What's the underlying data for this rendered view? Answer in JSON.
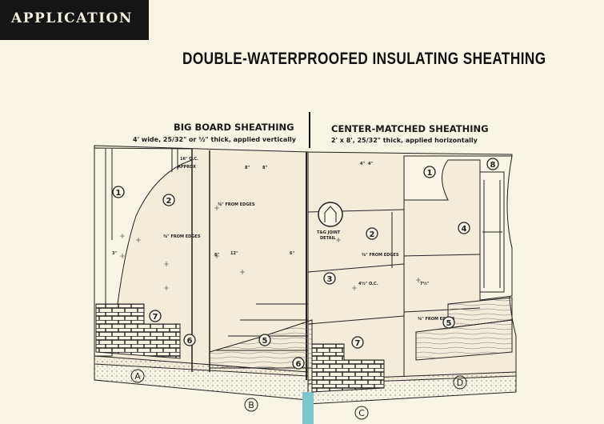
{
  "header": {
    "section_label": "APPLICATION"
  },
  "page_title": "DOUBLE-WATERPROOFED INSULATING SHEATHING",
  "left_panel": {
    "heading": "BIG BOARD SHEATHING",
    "description": "4' wide, 25/32\" or ½\" thick, applied vertically"
  },
  "right_panel": {
    "heading": "CENTER-MATCHED SHEATHING",
    "description": "2' x 8', 25/32\" thick, applied horizontally"
  },
  "annotations": {
    "spacing_16oc": "16\" O.C.",
    "approx": "APPROX",
    "dim_8a": "8\"",
    "dim_8b": "8\"",
    "from_edges_1": "⅜\" FROM EDGES",
    "from_edges_2": "⅜\" FROM EDGES",
    "from_edges_3": "⅜\" FROM EDGES",
    "from_edges_4": "⅜\" FROM EDGES",
    "dim_12": "12\"",
    "dim_6a": "6\"",
    "dim_6b": "6\"",
    "dim_3": "3\"",
    "tg_joint": "T&G JOINT",
    "detail": "DETAIL",
    "dim_4a": "4\"",
    "dim_4b": "4\"",
    "spacing_4half": "4½\" O.C.",
    "dim_7half": "7½\""
  },
  "callouts": [
    "1",
    "2",
    "3",
    "4",
    "5",
    "6",
    "7",
    "8"
  ],
  "section_letters": [
    "A",
    "B",
    "C",
    "D"
  ],
  "colors": {
    "paper": "#f8f4e6",
    "ink": "#151515",
    "board": "#efe6cf",
    "accent_strip": "#7cc6cf"
  }
}
